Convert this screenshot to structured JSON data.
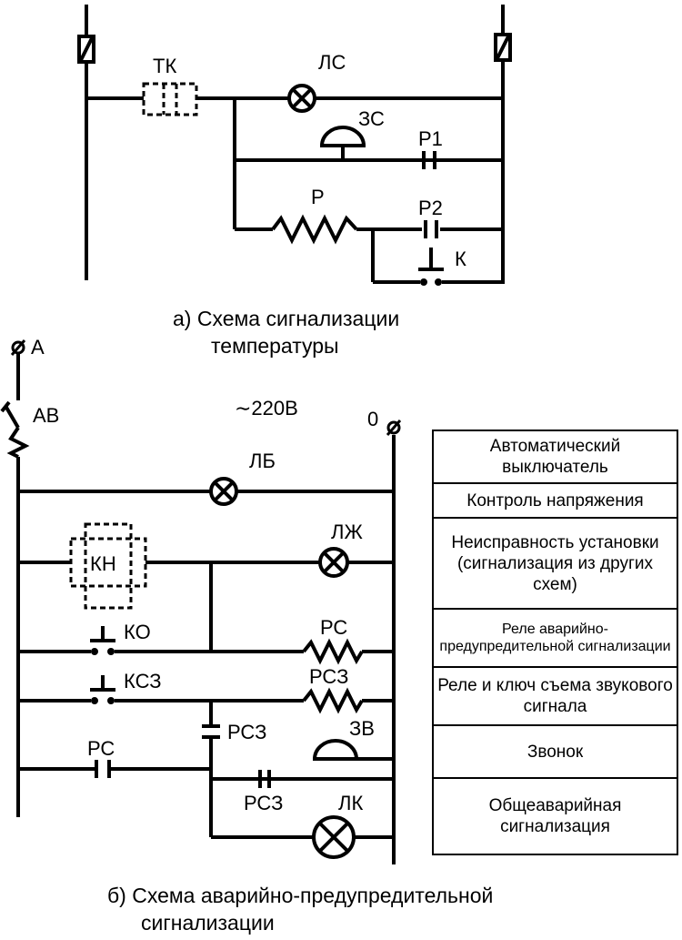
{
  "diagram_a": {
    "labels": {
      "tk": "ТК",
      "ls": "ЛС",
      "zs": "ЗС",
      "r1": "Р1",
      "r": "Р",
      "r2": "Р2",
      "k": "К"
    },
    "caption_line1": "а) Схема сигнализации",
    "caption_line2": "температуры"
  },
  "diagram_b": {
    "labels": {
      "phase_a": "А",
      "av": "АВ",
      "voltage": "∼220В",
      "zero": "0",
      "lb": "ЛБ",
      "lzh": "ЛЖ",
      "kn": "КН",
      "ko": "КО",
      "rs_coil": "РС",
      "ksz": "КСЗ",
      "rsz_coil": "РСЗ",
      "rsz_contact_1": "РСЗ",
      "zv": "ЗВ",
      "rs_contact": "РС",
      "rsz_contact_2": "РСЗ",
      "lk": "ЛК"
    },
    "caption_line1": "б) Схема аварийно-предупредительной",
    "caption_line2": "сигнализации"
  },
  "legend": {
    "rows": [
      "Автоматический выключатель",
      "Контроль напряжения",
      "Неисправность установки (сигнализация из других схем)",
      "Реле аварийно-предупредительной сигнализации",
      "Реле и ключ съема звукового сигнала",
      "Звонок",
      "Общеаварийная сигнализация"
    ]
  }
}
